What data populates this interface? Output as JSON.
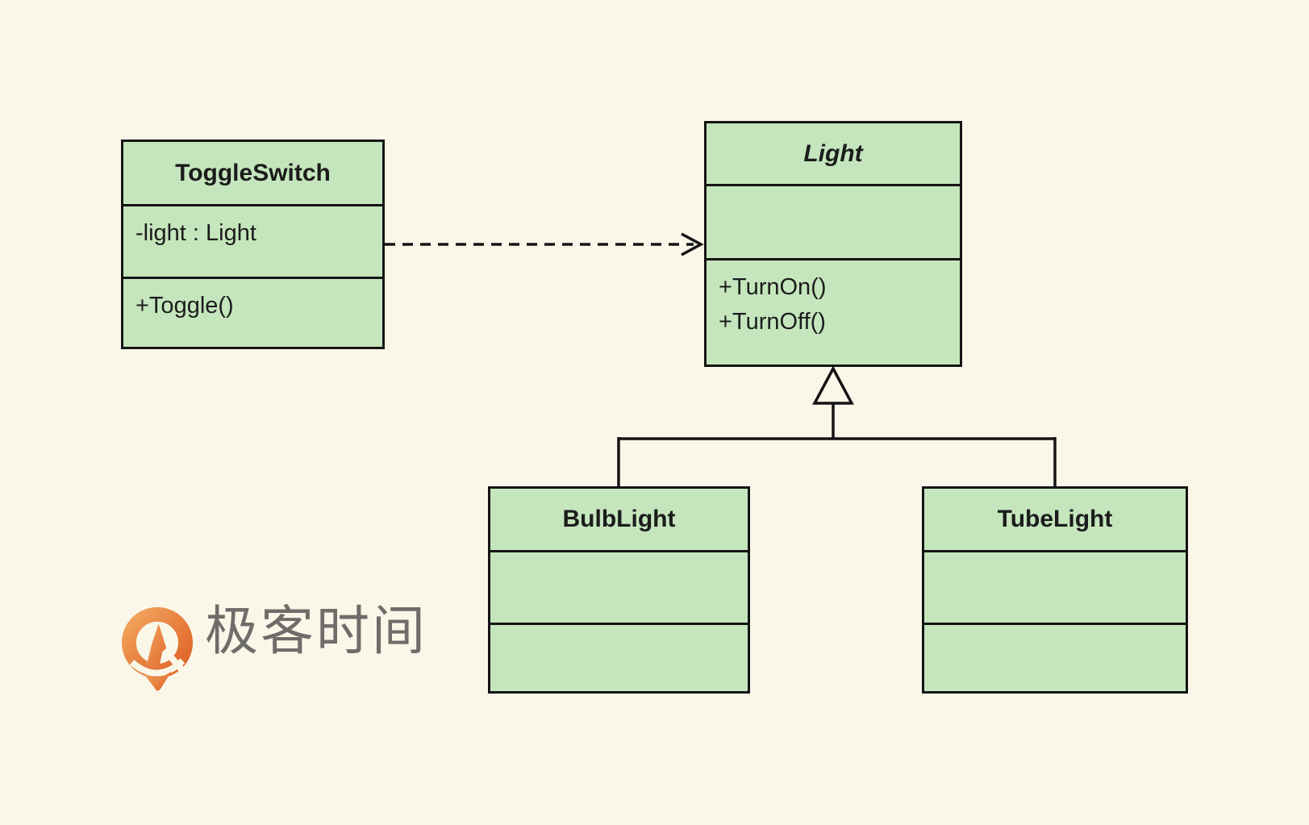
{
  "diagram": {
    "type": "uml-class-diagram",
    "classes": [
      {
        "name": "ToggleSwitch",
        "abstract": false,
        "attributes": [
          "-light : Light"
        ],
        "methods": [
          "+Toggle()"
        ]
      },
      {
        "name": "Light",
        "abstract": true,
        "attributes": [],
        "methods": [
          "+TurnOn()",
          "+TurnOff()"
        ]
      },
      {
        "name": "BulbLight",
        "abstract": false,
        "attributes": [],
        "methods": []
      },
      {
        "name": "TubeLight",
        "abstract": false,
        "attributes": [],
        "methods": []
      }
    ],
    "relationships": [
      {
        "type": "dependency",
        "from": "ToggleSwitch",
        "to": "Light",
        "line_style": "dashed",
        "arrowhead": "open"
      },
      {
        "type": "inheritance",
        "parent": "Light",
        "children": [
          "BulbLight",
          "TubeLight"
        ],
        "arrowhead": "hollow-triangle"
      }
    ],
    "colors": {
      "background": "#faf7e9",
      "class_fill": "#c5e6bd",
      "border": "#141414",
      "text": "#1c1c1c"
    }
  },
  "logo": {
    "text": "极客时间",
    "icon": "geektime-pin-icon",
    "text_color": "#6f6d69",
    "icon_gradient_start": "#f2a45e",
    "icon_gradient_end": "#df6226"
  }
}
